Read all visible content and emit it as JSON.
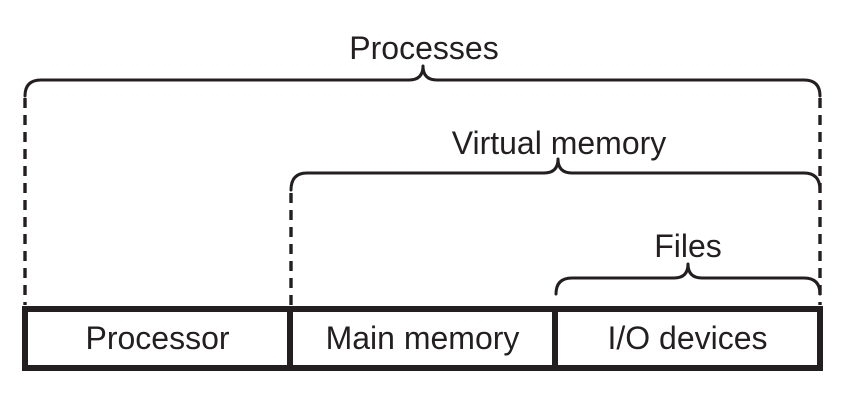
{
  "abstractions": [
    {
      "label": "Processes",
      "covers": [
        "Processor",
        "Main memory",
        "I/O devices"
      ]
    },
    {
      "label": "Virtual memory",
      "covers": [
        "Main memory",
        "I/O devices"
      ]
    },
    {
      "label": "Files",
      "covers": [
        "I/O devices"
      ]
    }
  ],
  "hardware": [
    {
      "label": "Processor"
    },
    {
      "label": "Main memory"
    },
    {
      "label": "I/O devices"
    }
  ],
  "colors": {
    "line": "#231f20",
    "text": "#231f20",
    "background": "#ffffff"
  }
}
